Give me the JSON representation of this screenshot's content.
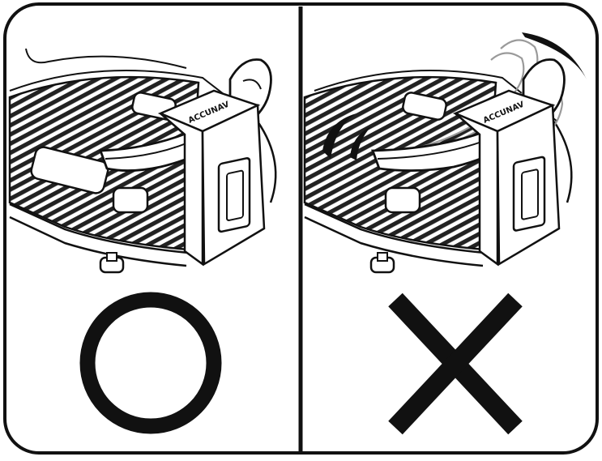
{
  "colors": {
    "ink": "#111111",
    "background": "#ffffff",
    "groove": "#333333",
    "motion_gray": "#9a9a9a"
  },
  "panels": [
    {
      "id": "left",
      "verdict": "correct",
      "symbol": "circle-mark-icon",
      "device_label": "ACCUNAV"
    },
    {
      "id": "right",
      "verdict": "incorrect",
      "symbol": "cross-mark-icon",
      "device_label": "ACCUNAV"
    }
  ]
}
